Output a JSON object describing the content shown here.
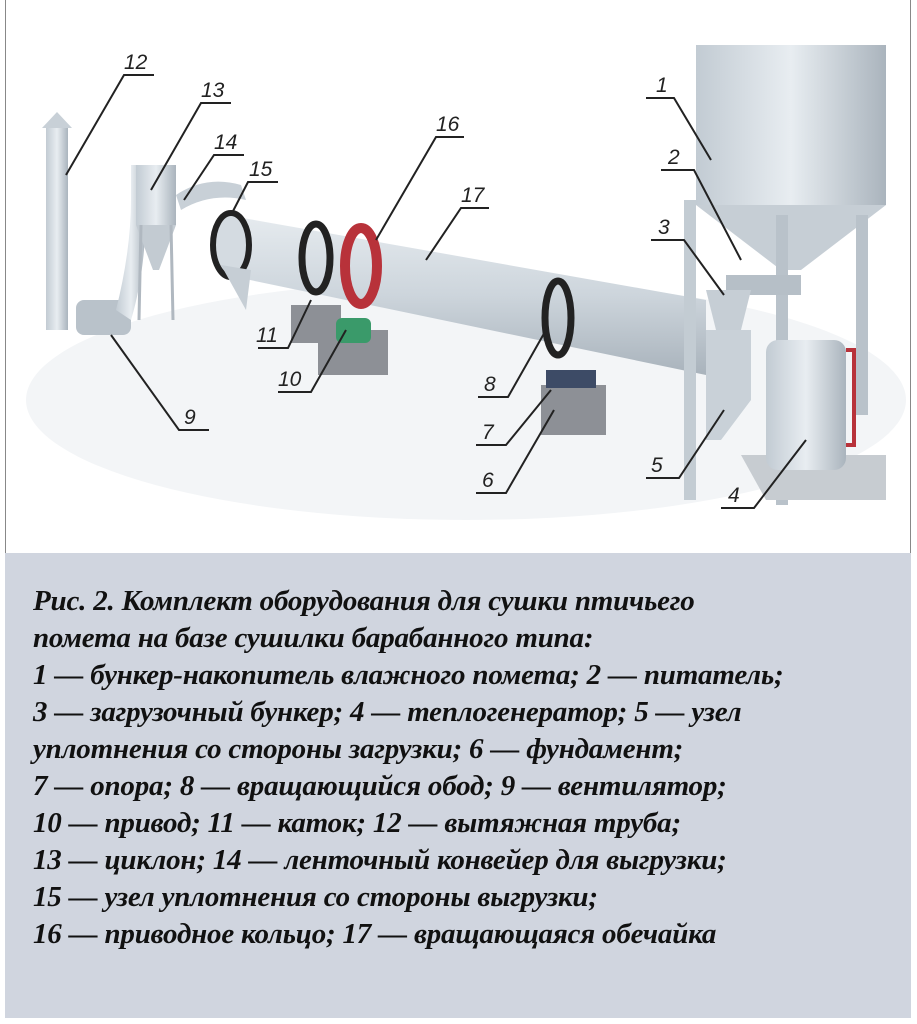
{
  "figure": {
    "labels": [
      "1",
      "2",
      "3",
      "4",
      "5",
      "6",
      "7",
      "8",
      "9",
      "10",
      "11",
      "12",
      "13",
      "14",
      "15",
      "16",
      "17"
    ]
  },
  "caption": {
    "lines": [
      "Рис. 2. Комплект оборудования для сушки птичьего",
      "помета на базе сушилки барабанного типа:",
      "1 — бункер-накопитель влажного помета; 2 — питатель;",
      "3 — загрузочный бункер; 4 — теплогенератор; 5 — узел",
      "уплотнения со стороны загрузки; 6 — фундамент;",
      "7 — опора; 8 — вращающийся обод; 9 — вентилятор;",
      "10 — привод; 11 — каток; 12 — вытяжная труба;",
      "13 — циклон; 14 — ленточный конвейер для выгрузки;",
      "15 — узел уплотнения со стороны выгрузки;",
      "16 — приводное кольцо; 17 — вращающаяся обечайка"
    ]
  }
}
